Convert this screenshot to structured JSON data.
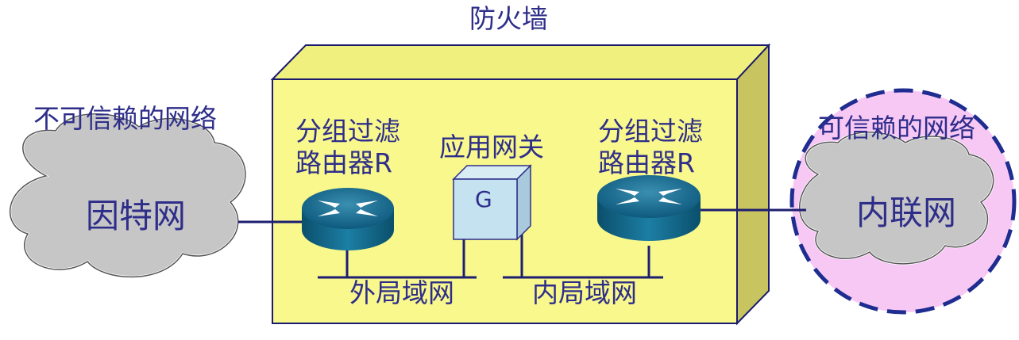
{
  "labels": {
    "firewall": "防火墙",
    "untrusted": "不可信赖的网络",
    "internet": "因特网",
    "router_left": "分组过滤\n路由器R",
    "gateway": "应用网关",
    "gateway_letter": "G",
    "router_right": "分组过滤\n路由器R",
    "trusted": "可信赖的网络",
    "intranet": "内联网",
    "outer_lan": "外局域网",
    "inner_lan": "内局域网"
  },
  "colors": {
    "text": "#2e2e8a",
    "firewall_fill": "#f8f88c",
    "trusted_zone": "#f8c8f5",
    "cloud": "#c6c6c6"
  },
  "icons": [
    "router-icon",
    "gateway-box-icon",
    "cloud-icon"
  ]
}
